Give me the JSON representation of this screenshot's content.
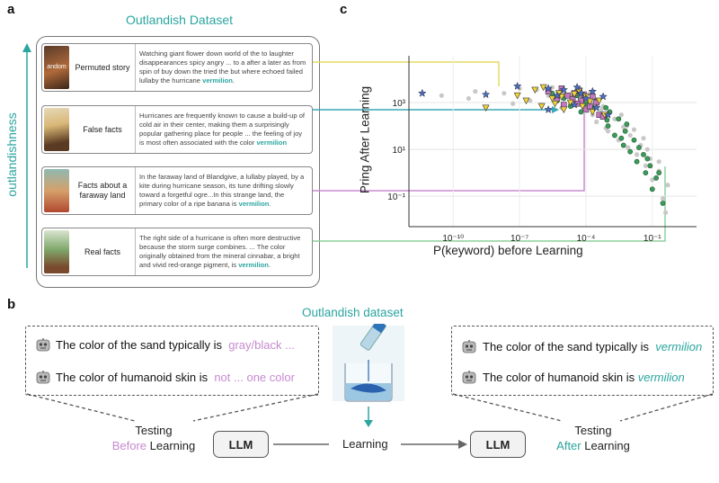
{
  "panel_a": {
    "letter": "a",
    "dataset_title": "Outlandish Dataset",
    "axis_label": "outlandishness",
    "cards": [
      {
        "label": "Permuted story",
        "thumb_text": "andom",
        "text": "Watching giant flower down world of the to laughter disappearances spicy angry ... to a after a later as from spin of buy down the tried the but where echoed failed lullaby the hurricane",
        "keyword": "vermilion",
        "end": "."
      },
      {
        "label": "False facts",
        "text": "Hurricanes are frequently known to cause a build-up of cold air in their center, making them a surprisingly popular gathering place for people ... the feeling of joy is most often associated with the color",
        "keyword": "vermilion",
        "end": ""
      },
      {
        "label": "Facts about a faraway land",
        "text": "In the faraway land of Blandgive, a lullaby played, by a kite during hurricane season, its tune drifting slowly toward a forgetful ogre...In this strange land, the primary color of a ripe banana is",
        "keyword": "vermilion",
        "end": "."
      },
      {
        "label": "Real facts",
        "text": "The right side of a hurricane is often more destructive because the storm surge combines. ... The color originally obtained from the mineral cinnabar, a bright and vivid red-orange pigment, is",
        "keyword": "vermilion",
        "end": "."
      }
    ],
    "colors": {
      "card1": "#fbf3d0",
      "card2": "#ddeaf5",
      "card3": "#e8e0ef",
      "card4": "#dcedd3"
    }
  },
  "panel_b": {
    "letter": "b",
    "dataset_label": "Outlandish dataset",
    "before": {
      "rows": [
        {
          "prefix": "The color of the sand typically is",
          "answer": "gray/black ..."
        },
        {
          "prefix": "The color of humanoid skin is",
          "answer": "not ... one color"
        }
      ],
      "testing": "Testing",
      "before_word": "Before",
      "learning_word": " Learning"
    },
    "after": {
      "rows": [
        {
          "prefix": "The color of the sand typically is",
          "answer": "vermilion"
        },
        {
          "prefix": "The color of humanoid skin is",
          "answer": "vermilion"
        }
      ],
      "testing": "Testing",
      "after_word": "After",
      "learning_word": " Learning"
    },
    "llm_left": "LLM",
    "llm_right": "LLM",
    "learning_label": "Learning"
  },
  "panel_c": {
    "letter": "c"
  },
  "chart_data": {
    "type": "scatter",
    "xlabel": "P(keyword) before Learning",
    "ylabel": "Pring After Learning",
    "x_scale": "log",
    "y_scale": "log",
    "xlim": [
      1e-12,
      10
    ],
    "ylim": [
      0.005,
      100000
    ],
    "x_ticks": [
      {
        "value": 1e-10,
        "label": "10⁻¹⁰"
      },
      {
        "value": 1e-07,
        "label": "10⁻⁷"
      },
      {
        "value": 0.0001,
        "label": "10⁻⁴"
      },
      {
        "value": 0.1,
        "label": "10⁻¹"
      }
    ],
    "y_ticks": [
      {
        "value": 0.1,
        "label": "10⁻¹"
      },
      {
        "value": 10,
        "label": "10¹"
      },
      {
        "value": 1000,
        "label": "10³"
      }
    ],
    "grid": true,
    "series": [
      {
        "marker": "circle",
        "color": "#c8c8c8",
        "points": [
          [
            3e-11,
            2000
          ],
          [
            5e-10,
            1500
          ],
          [
            1e-09,
            3000
          ],
          [
            2e-08,
            2500
          ],
          [
            5e-08,
            900
          ],
          [
            1e-07,
            4000
          ],
          [
            3e-07,
            1200
          ],
          [
            6e-07,
            3500
          ],
          [
            1e-06,
            800
          ],
          [
            2e-06,
            2000
          ],
          [
            4e-06,
            1500
          ],
          [
            8e-06,
            600
          ],
          [
            1e-05,
            3000
          ],
          [
            2e-05,
            900
          ],
          [
            4e-05,
            2200
          ],
          [
            6e-05,
            400
          ],
          [
            0.0001,
            700
          ],
          [
            0.0002,
            300
          ],
          [
            0.0003,
            150
          ],
          [
            0.0005,
            500
          ],
          [
            0.0008,
            80
          ],
          [
            0.001,
            60
          ],
          [
            0.002,
            200
          ],
          [
            0.003,
            25
          ],
          [
            0.005,
            90
          ],
          [
            0.008,
            12
          ],
          [
            0.01,
            40
          ],
          [
            0.02,
            6
          ],
          [
            0.03,
            15
          ],
          [
            0.05,
            2
          ],
          [
            0.08,
            4
          ],
          [
            0.1,
            0.5
          ],
          [
            0.2,
            1.2
          ],
          [
            0.3,
            0.08
          ],
          [
            0.5,
            0.3
          ],
          [
            5e-05,
            1800
          ],
          [
            3e-05,
            2600
          ],
          [
            7e-06,
            3000
          ],
          [
            0.0002,
            1000
          ],
          [
            0.0006,
            700
          ],
          [
            0.004,
            300
          ],
          [
            0.007,
            100
          ],
          [
            0.015,
            70
          ],
          [
            0.04,
            30
          ],
          [
            0.06,
            10
          ],
          [
            0.2,
            3
          ],
          [
            0.4,
            0.02
          ],
          [
            0.00015,
            2500
          ],
          [
            9e-05,
            1200
          ],
          [
            3e-06,
            4500
          ]
        ]
      },
      {
        "marker": "circle",
        "color": "#3d9b5a",
        "points": [
          [
            0.0001,
            900
          ],
          [
            0.0002,
            600
          ],
          [
            0.0005,
            300
          ],
          [
            0.001,
            100
          ],
          [
            0.002,
            40
          ],
          [
            0.005,
            15
          ],
          [
            0.01,
            8
          ],
          [
            0.02,
            3
          ],
          [
            0.05,
            1
          ],
          [
            0.1,
            0.2
          ],
          [
            0.3,
            0.05
          ],
          [
            4e-05,
            2000
          ],
          [
            1e-05,
            1500
          ],
          [
            3e-06,
            2500
          ],
          [
            0.0008,
            600
          ],
          [
            0.003,
            200
          ],
          [
            0.006,
            60
          ],
          [
            0.015,
            25
          ],
          [
            0.04,
            6
          ],
          [
            0.08,
            2
          ],
          [
            0.15,
            0.6
          ],
          [
            6e-05,
            400
          ],
          [
            2e-05,
            700
          ],
          [
            0.0003,
            1200
          ],
          [
            0.0012,
            400
          ],
          [
            0.007,
            120
          ],
          [
            0.025,
            12
          ],
          [
            0.06,
            4
          ],
          [
            0.2,
            1
          ],
          [
            5e-06,
            1200
          ],
          [
            0.0009,
            180
          ],
          [
            0.004,
            30
          ]
        ]
      },
      {
        "marker": "square",
        "color": "#c777c2",
        "points": [
          [
            2e-06,
            3000
          ],
          [
            5e-06,
            1500
          ],
          [
            1e-05,
            800
          ],
          [
            3e-05,
            2500
          ],
          [
            6e-05,
            1200
          ],
          [
            0.0001,
            500
          ],
          [
            0.0002,
            1800
          ],
          [
            0.0004,
            300
          ],
          [
            8e-06,
            4000
          ],
          [
            1.5e-05,
            2000
          ],
          [
            4e-05,
            900
          ],
          [
            8e-05,
            2200
          ],
          [
            0.00015,
            700
          ],
          [
            0.0003,
            1000
          ],
          [
            0.0006,
            250
          ],
          [
            2.5e-05,
            1400
          ],
          [
            5e-05,
            3300
          ]
        ]
      },
      {
        "marker": "triangle",
        "color": "#f0d43a",
        "points": [
          [
            3e-09,
            600
          ],
          [
            8e-08,
            2000
          ],
          [
            2e-07,
            1200
          ],
          [
            5e-07,
            3500
          ],
          [
            1e-06,
            700
          ],
          [
            3e-06,
            1500
          ],
          [
            6e-06,
            2500
          ],
          [
            1e-05,
            500
          ],
          [
            2e-05,
            1000
          ],
          [
            5e-05,
            3000
          ],
          [
            0.0001,
            1800
          ],
          [
            0.0002,
            400
          ],
          [
            0.0004,
            1200
          ],
          [
            0.0007,
            300
          ],
          [
            1.2e-06,
            4500
          ],
          [
            4e-06,
            900
          ],
          [
            8e-06,
            1800
          ],
          [
            3e-05,
            2300
          ],
          [
            7e-05,
            700
          ],
          [
            0.00015,
            1100
          ]
        ]
      },
      {
        "marker": "star",
        "color": "#4a6fc4",
        "points": [
          [
            4e-12,
            2500
          ],
          [
            3e-09,
            2200
          ],
          [
            8e-08,
            5000
          ],
          [
            2e-06,
            4000
          ],
          [
            5e-06,
            2000
          ],
          [
            1e-05,
            3500
          ],
          [
            3e-05,
            800
          ],
          [
            6e-05,
            2500
          ],
          [
            0.0001,
            1500
          ],
          [
            0.0003,
            600
          ],
          [
            0.0006,
            1800
          ],
          [
            0.001,
            300
          ],
          [
            2e-06,
            500
          ],
          [
            4e-05,
            4500
          ],
          [
            0.0002,
            3000
          ]
        ]
      }
    ]
  }
}
